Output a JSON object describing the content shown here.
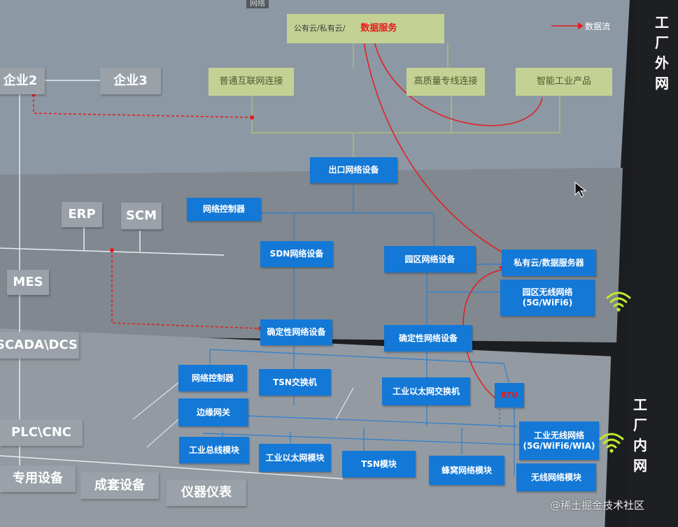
{
  "window": {
    "tab_label": "网络"
  },
  "cloud": {
    "public_private": "公有云/私有云/",
    "data_service": "数据服务"
  },
  "legend": {
    "data_flow": "数据流"
  },
  "side_labels": {
    "outside": [
      "工",
      "厂",
      "外",
      "网"
    ],
    "inside": [
      "工",
      "厂",
      "内",
      "网"
    ]
  },
  "outer_links": {
    "normal": "普通互联网连接",
    "premium": "高质量专线连接",
    "smart_products": "智能工业产品"
  },
  "enterprises": {
    "e2": "企业2",
    "e3": "企业3"
  },
  "systems": {
    "erp": "ERP",
    "scm": "SCM",
    "mes": "MES",
    "scada": "SCADA\\DCS",
    "plc": "PLC\\CNC",
    "special": "专用设备",
    "suite": "成套设备",
    "instruments": "仪器仪表"
  },
  "network": {
    "egress": "出口网络设备",
    "controller_top": "网络控制器",
    "sdn": "SDN网络设备",
    "campus": "园区网络设备",
    "private_cloud": "私有云/数据服务器",
    "campus_wireless": "园区无线网络\n(5G/WiFi6)",
    "det_left": "确定性网络设备",
    "det_right": "确定性网络设备",
    "controller_bottom": "网络控制器",
    "tsn_switch": "TSN交换机",
    "eth_switch": "工业以太网交换机",
    "rtu": "RTU",
    "edge_gateway": "边缘网关",
    "ind_wireless": "工业无线网络\n(5G/WiFi6/WIA)",
    "bus_module": "工业总线模块",
    "eth_module": "工业以太网模块",
    "tsn_module": "TSN模块",
    "cellular_module": "蜂窝网络模块",
    "wireless_module": "无线网络模块"
  },
  "watermark": "@稀土掘金技术社区",
  "colors": {
    "outer_zone": "#8c98a4",
    "mid_zone": "#818890",
    "inner_zone": "#949aa1",
    "node_blue": "#1378d6",
    "node_green": "#c3d294",
    "flow_red": "#e41c1c",
    "wifi_green": "#bfeb2d"
  }
}
